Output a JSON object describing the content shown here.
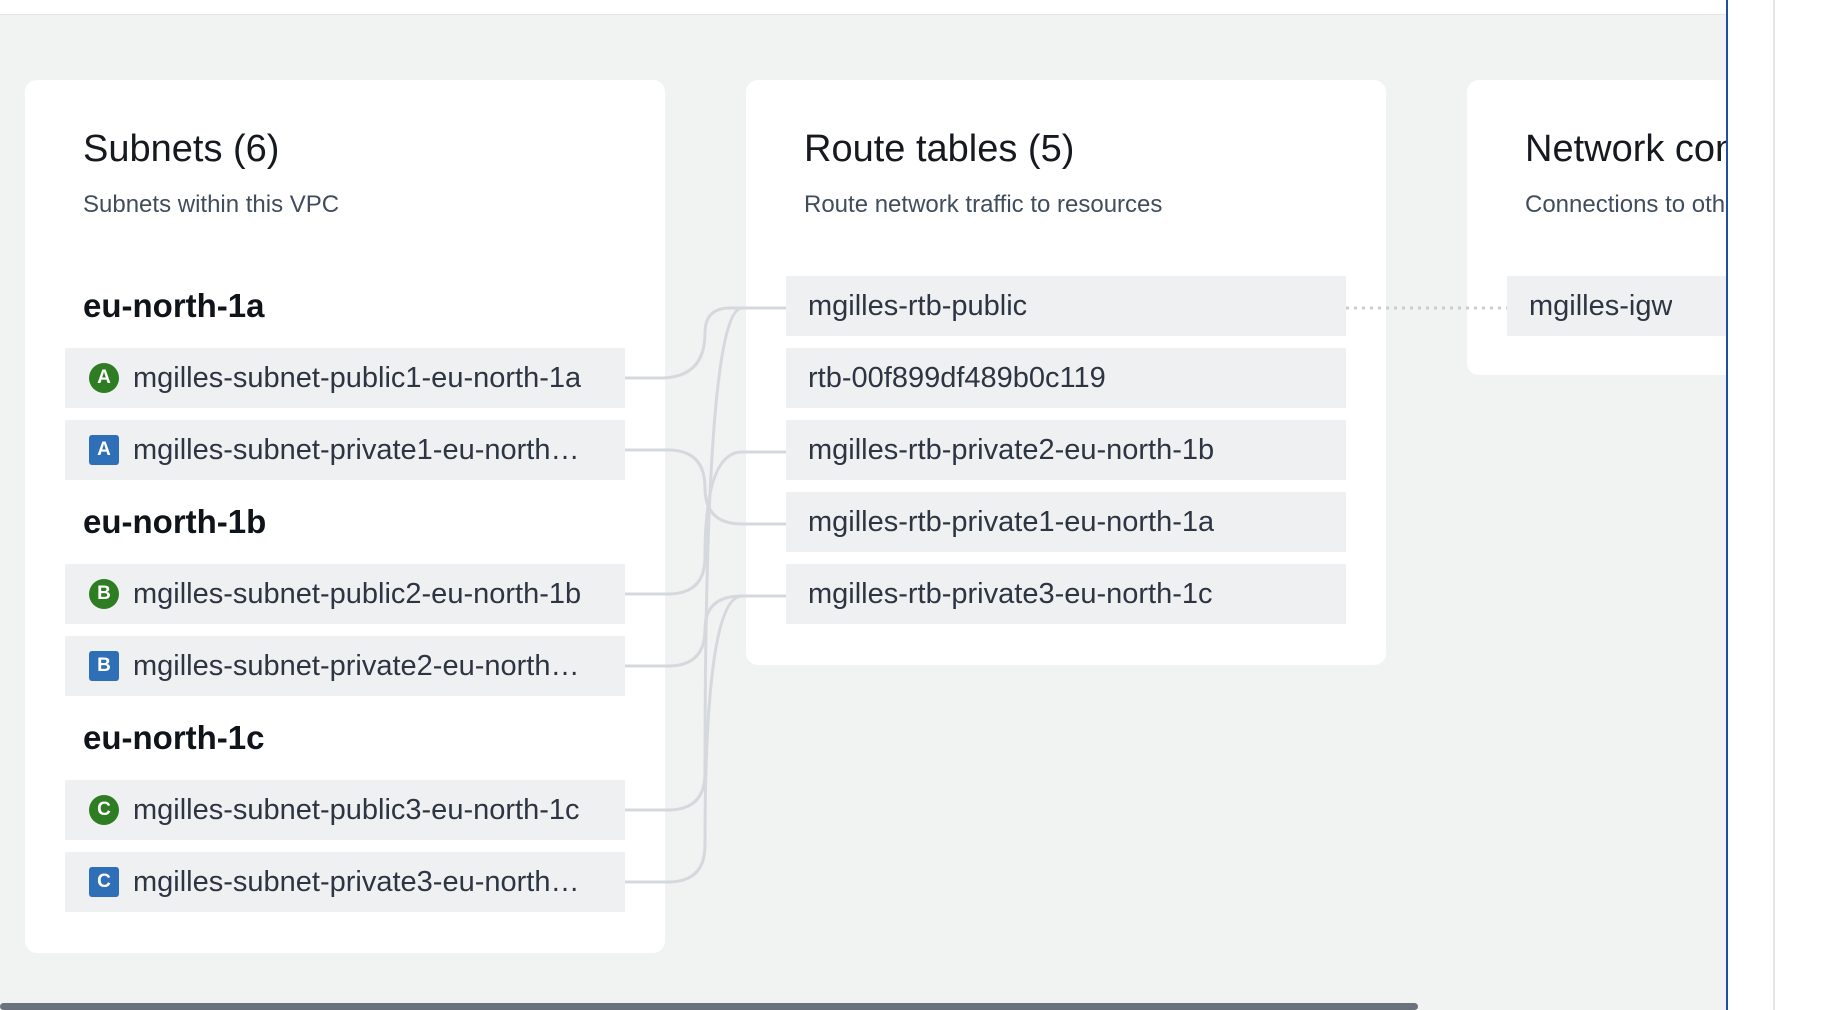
{
  "subnets": {
    "title": "Subnets (6)",
    "subtitle": "Subnets within this VPC",
    "zones": [
      {
        "name": "eu-north-1a",
        "items": [
          {
            "badge": "A",
            "kind": "public",
            "label": "mgilles-subnet-public1-eu-north-1a"
          },
          {
            "badge": "A",
            "kind": "private",
            "label": "mgilles-subnet-private1-eu-north…"
          }
        ]
      },
      {
        "name": "eu-north-1b",
        "items": [
          {
            "badge": "B",
            "kind": "public",
            "label": "mgilles-subnet-public2-eu-north-1b"
          },
          {
            "badge": "B",
            "kind": "private",
            "label": "mgilles-subnet-private2-eu-north…"
          }
        ]
      },
      {
        "name": "eu-north-1c",
        "items": [
          {
            "badge": "C",
            "kind": "public",
            "label": "mgilles-subnet-public3-eu-north-1c"
          },
          {
            "badge": "C",
            "kind": "private",
            "label": "mgilles-subnet-private3-eu-north…"
          }
        ]
      }
    ]
  },
  "route_tables": {
    "title": "Route tables (5)",
    "subtitle": "Route network traffic to resources",
    "items": [
      {
        "label": "mgilles-rtb-public"
      },
      {
        "label": "rtb-00f899df489b0c119"
      },
      {
        "label": "mgilles-rtb-private2-eu-north-1b"
      },
      {
        "label": "mgilles-rtb-private1-eu-north-1a"
      },
      {
        "label": "mgilles-rtb-private3-eu-north-1c"
      }
    ]
  },
  "network_connections": {
    "title": "Network con",
    "subtitle": "Connections to oth",
    "items": [
      {
        "label": "mgilles-igw"
      }
    ]
  },
  "colors": {
    "public_badge": "#2f7d23",
    "private_badge": "#2f6fb7",
    "connector": "#d5d9dd",
    "background": "#f1f2f2",
    "accent_border": "#1f4ea3"
  },
  "icons": {
    "public_subnet": "filled-circle-letter-badge",
    "private_subnet": "filled-square-letter-badge"
  }
}
